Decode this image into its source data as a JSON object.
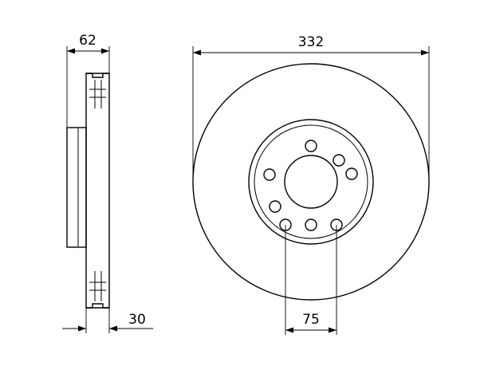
{
  "dimensions": {
    "hub_height": "62",
    "outer_diameter": "332",
    "thickness": "30",
    "hole_spacing": "75"
  },
  "colors": {
    "line": "#000000",
    "background": "#ffffff"
  }
}
